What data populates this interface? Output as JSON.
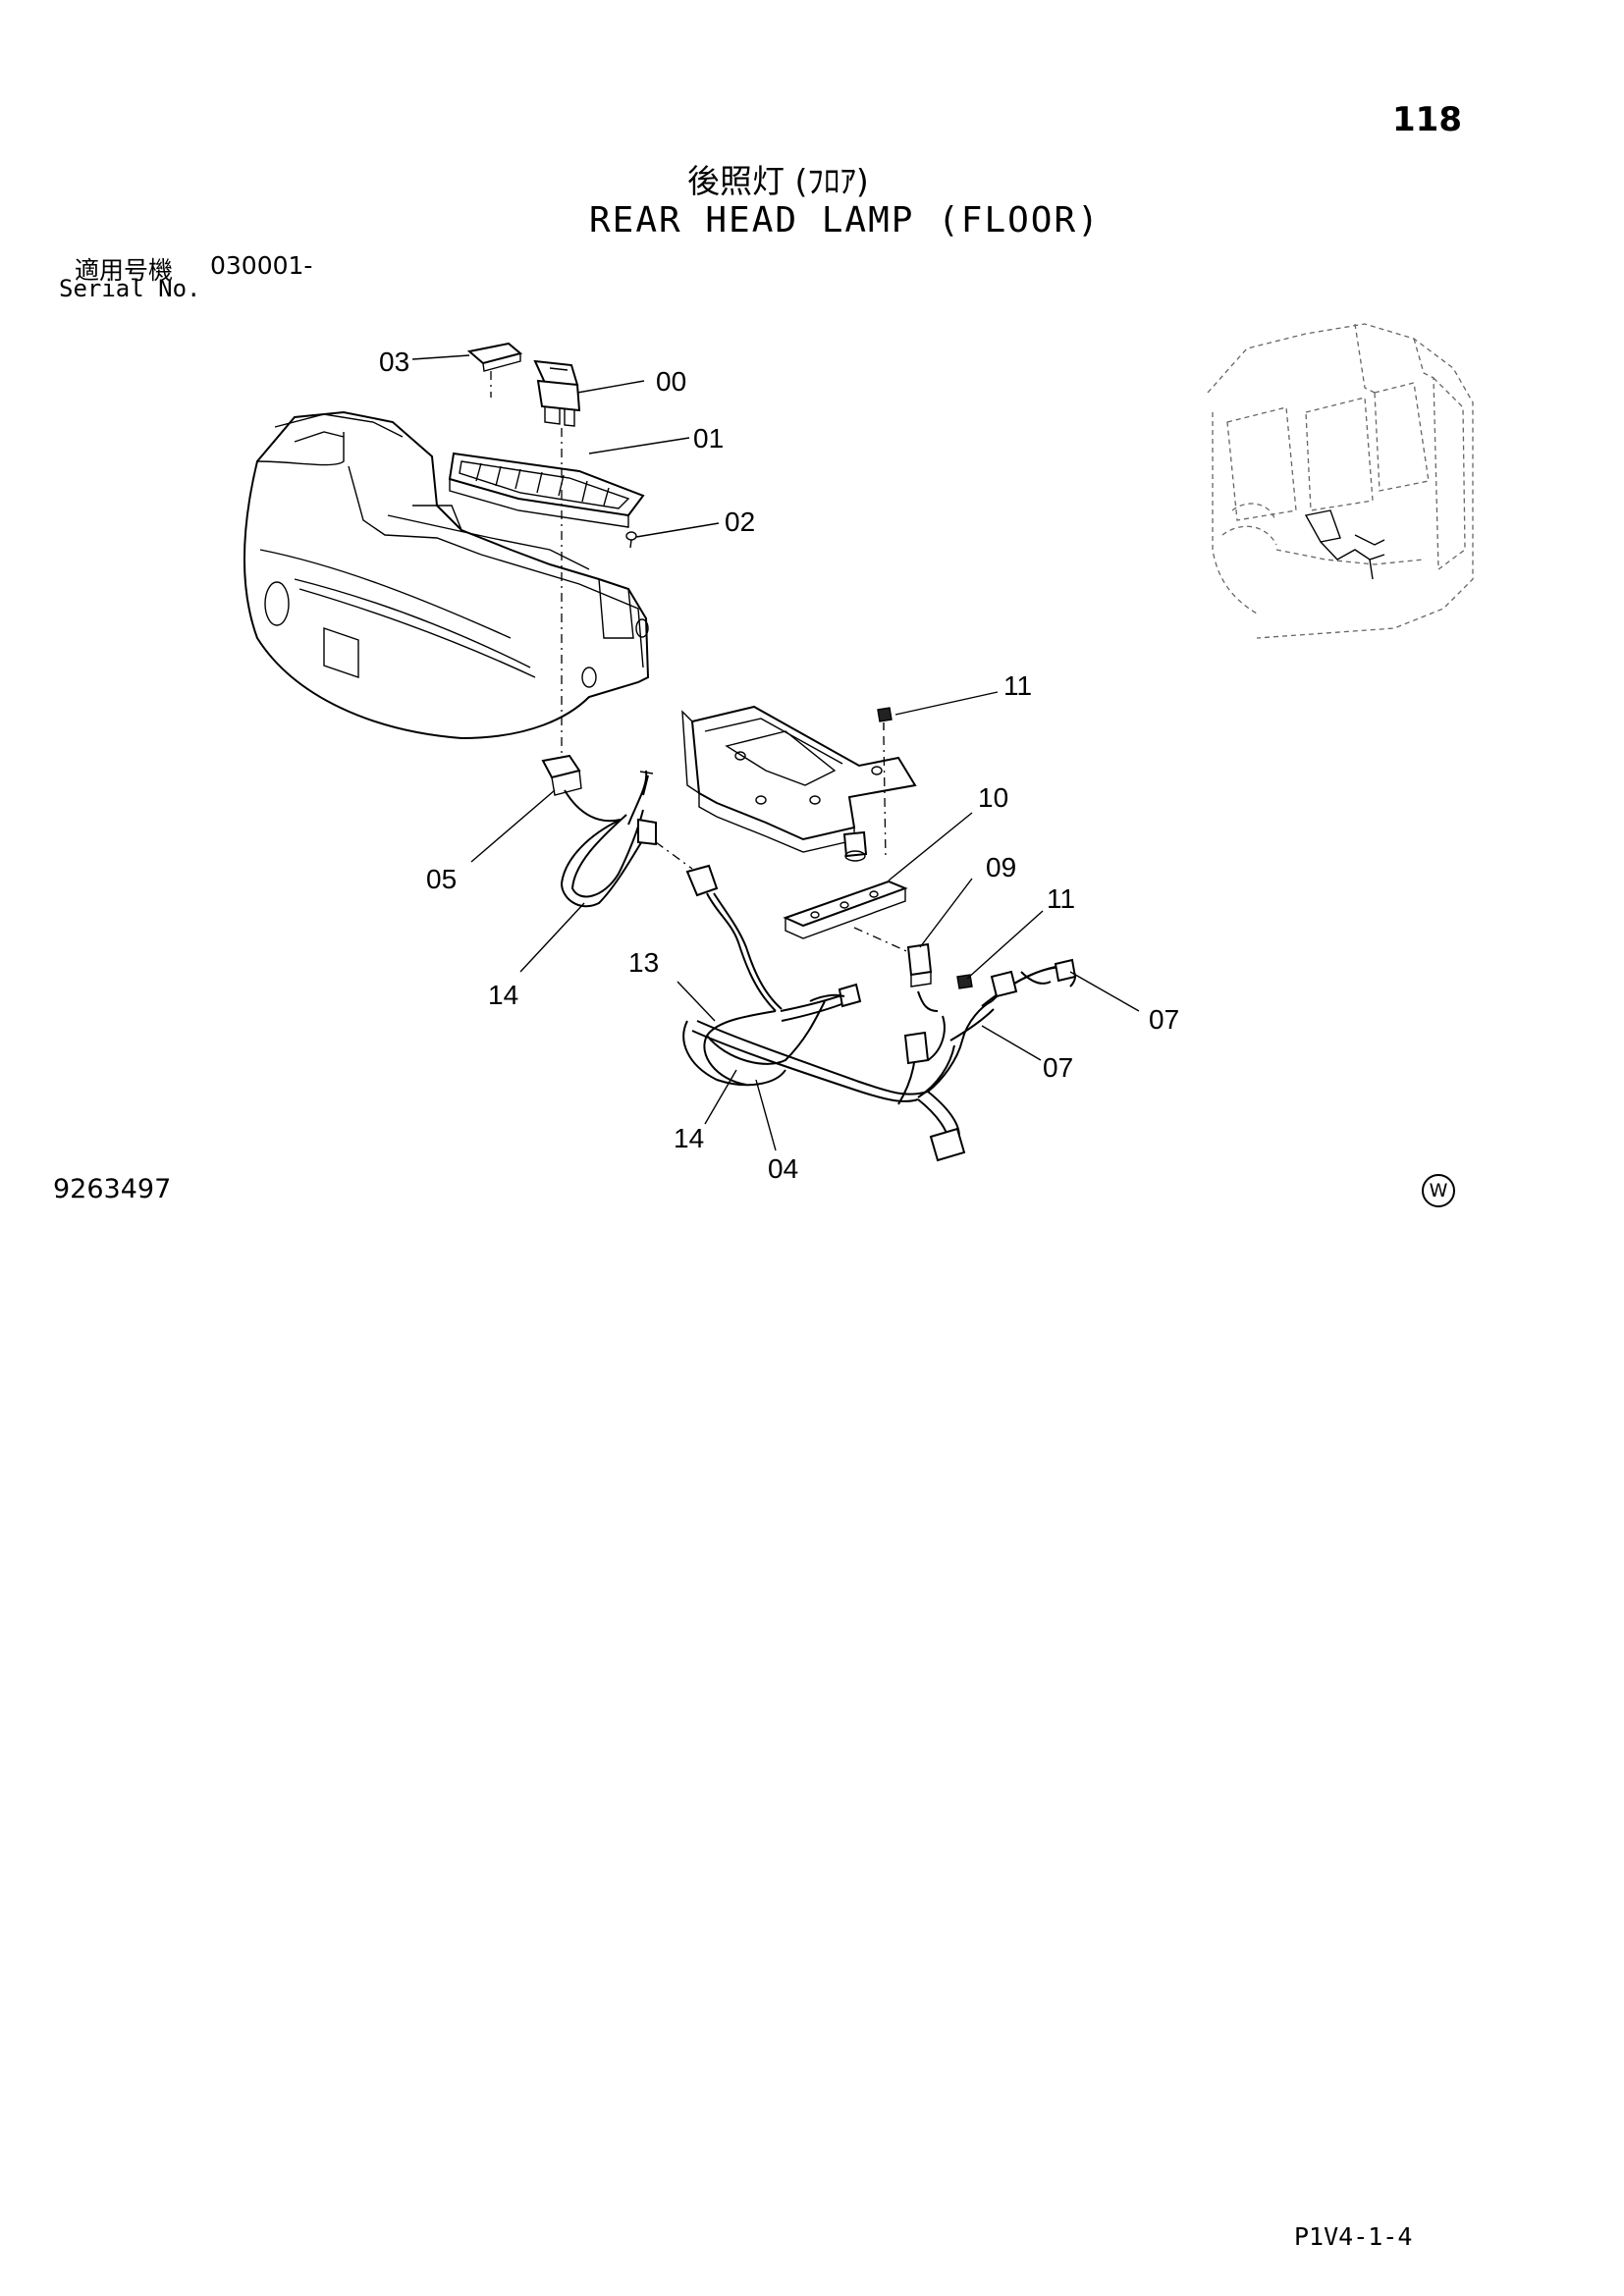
{
  "page_number": "118",
  "title": {
    "japanese": "後照灯 (ﾌﾛｱ)",
    "english": "REAR HEAD LAMP (FLOOR)"
  },
  "serial": {
    "label_jp": "適用号機",
    "value": "030001-",
    "label_en": "Serial No."
  },
  "callouts": {
    "p00": "00",
    "p01": "01",
    "p02": "02",
    "p03": "03",
    "p04": "04",
    "p05": "05",
    "p07a": "07",
    "p07b": "07",
    "p09": "09",
    "p10": "10",
    "p11a": "11",
    "p11b": "11",
    "p13": "13",
    "p14a": "14",
    "p14b": "14"
  },
  "drawing_number": "9263497",
  "w_mark": "W",
  "page_code": "P1V4-1-4"
}
